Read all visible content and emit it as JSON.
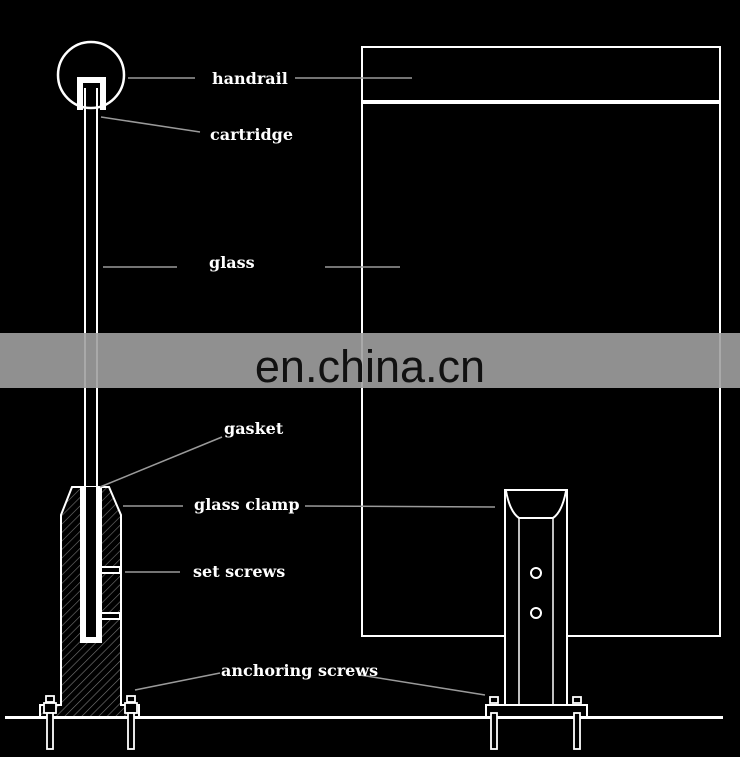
{
  "labels": {
    "handrail": "handrail",
    "cartridge": "cartridge",
    "glass": "glass",
    "gasket": "gasket",
    "glass_clamp": "glass clamp",
    "set_screws": "set screws",
    "anchoring_screws": "anchoring screws"
  },
  "watermark": "en.china.cn",
  "colors": {
    "background": "#000000",
    "lines": "#ffffff",
    "leaders": "#9a9a9a",
    "watermark_band": "#a0a0a0"
  }
}
